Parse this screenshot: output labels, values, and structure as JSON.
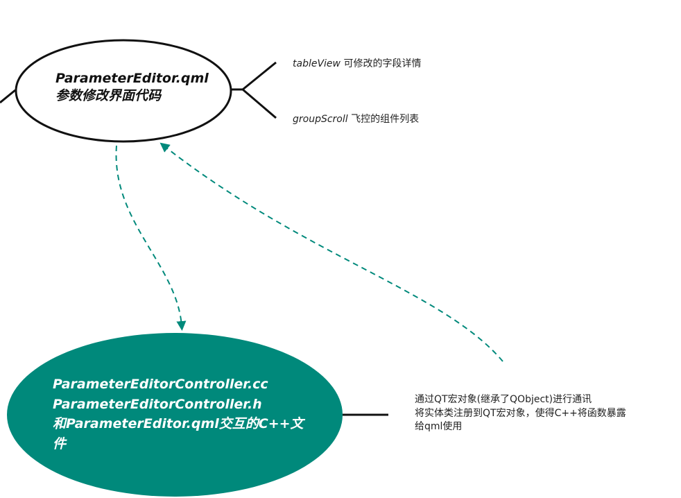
{
  "top_node": {
    "line1": "ParameterEditor.qml",
    "line2": "参数修改界面代码"
  },
  "top_branches": [
    {
      "en": "tableView",
      "zh": " 可修改的字段详情"
    },
    {
      "en": "groupScroll",
      "zh": " 飞控的组件列表"
    }
  ],
  "bottom_node": {
    "line1": "ParameterEditorController.cc",
    "line2": "ParameterEditorController.h",
    "line3": "和ParameterEditor.qml交互的C++文件"
  },
  "note": {
    "line1": "通过QT宏对象(继承了QObject)进行通讯",
    "line2": "将实体类注册到QT宏对象，使得C++将函数暴露",
    "line3": "给qml使用"
  },
  "colors": {
    "teal": "#00897B",
    "ink": "#111111"
  }
}
